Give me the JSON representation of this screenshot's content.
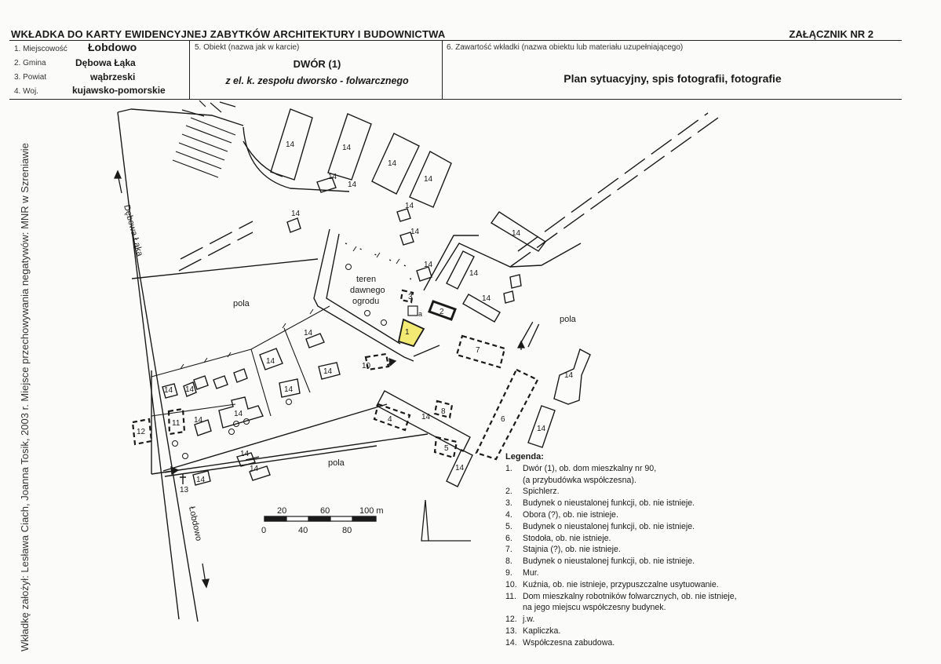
{
  "header": {
    "title": "WKŁADKA DO KARTY EWIDENCYJNEJ ZABYTKÓW ARCHITEKTURY I BUDOWNICTWA",
    "annex": "ZAŁĄCZNIK NR 2"
  },
  "fields": {
    "rows": [
      {
        "label": "1. Miejscowość",
        "value": "Łobdowo"
      },
      {
        "label": "2. Gmina",
        "value": "Dębowa Łąka"
      },
      {
        "label": "3. Powiat",
        "value": "wąbrzeski"
      },
      {
        "label": "4. Woj.",
        "value": "kujawsko-pomorskie"
      }
    ],
    "object_label": "5. Obiekt (nazwa jak w karcie)",
    "object_name": "DWÓR (1)",
    "object_sub": "z el. k. zespołu dworsko - folwarcznego",
    "content_label": "6. Zawartość wkładki (nazwa obiektu lub materiału uzupełniającego)",
    "content_value": "Plan sytuacyjny, spis fotografii, fotografie"
  },
  "sidebar": {
    "left": "Wkładkę założył: Lesława Ciach, Joanna Tosik, 2003 r.",
    "right": "Miejsce przechowywania negatywów: MNR w Szreniawie"
  },
  "map": {
    "roads": [
      "Dębowa Łąka",
      "Łobdowo"
    ],
    "areas": {
      "pola": "pola",
      "garden": [
        "teren",
        "dawnego",
        "ogrodu"
      ]
    },
    "codes": {
      "n1": "1",
      "n2": "2",
      "n3": "3",
      "n4": "4",
      "n5": "5",
      "n6": "6",
      "n7": "7",
      "n8": "8",
      "n10": "10",
      "n11": "11",
      "n12": "12",
      "n13": "13",
      "n14": "14",
      "annex_a": "a"
    },
    "colors": {
      "manor": "#f2ea72",
      "ink": "#1a1a1a"
    },
    "scale": {
      "unit": "m",
      "top_ticks": [
        "20",
        "60",
        "100 m"
      ],
      "bottom_ticks": [
        "0",
        "40",
        "80"
      ]
    }
  },
  "legend": {
    "title": "Legenda:",
    "items": [
      {
        "num": "1.",
        "text": "Dwór (1), ob. dom mieszkalny nr 90,",
        "text2": "(a przybudówka współczesna)."
      },
      {
        "num": "2.",
        "text": "Spichlerz."
      },
      {
        "num": "3.",
        "text": "Budynek o nieustalonej funkcji, ob. nie istnieje."
      },
      {
        "num": "4.",
        "text": "Obora (?), ob. nie istnieje."
      },
      {
        "num": "5.",
        "text": "Budynek o nieustalonej funkcji, ob. nie istnieje."
      },
      {
        "num": "6.",
        "text": "Stodoła, ob. nie istnieje."
      },
      {
        "num": "7.",
        "text": "Stajnia (?), ob. nie istnieje."
      },
      {
        "num": "8.",
        "text": "Budynek o nieustalonej funkcji, ob. nie istnieje."
      },
      {
        "num": "9.",
        "text": "Mur."
      },
      {
        "num": "10.",
        "text": "Kuźnia, ob. nie istnieje, przypuszczalne usytuowanie."
      },
      {
        "num": "11.",
        "text": "Dom mieszkalny robotników folwarcznych, ob. nie istnieje,",
        "text2": "na jego miejscu współczesny budynek."
      },
      {
        "num": "12.",
        "text": "j.w."
      },
      {
        "num": "13.",
        "text": "Kapliczka."
      },
      {
        "num": "14.",
        "text": "Współczesna zabudowa."
      }
    ]
  }
}
